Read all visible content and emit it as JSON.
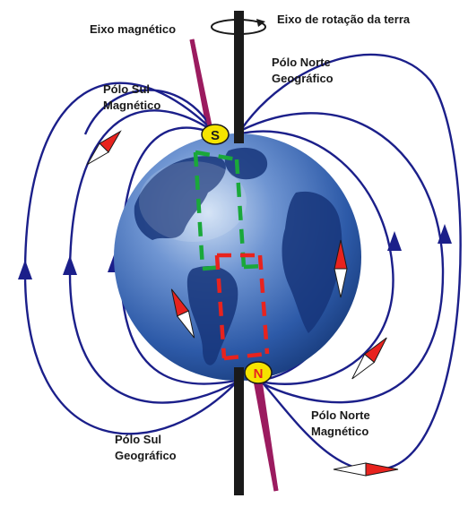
{
  "labels": {
    "magnetic_axis": "Eixo magnético",
    "rotation_axis": "Eixo de rotação da terra",
    "north_geographic_line1": "Pólo Norte",
    "north_geographic_line2": "Geográfico",
    "south_magnetic_line1": "Pólo Sul",
    "south_magnetic_line2": "Magnético",
    "south_geographic_line1": "Pólo Sul",
    "south_geographic_line2": "Geográfico",
    "north_magnetic_line1": "Pólo Norte",
    "north_magnetic_line2": "Magnético"
  },
  "poles": {
    "top_letter": "S",
    "bottom_letter": "N"
  },
  "colors": {
    "field_lines": "#1b1f8a",
    "rotation_axis": "#1a1a1a",
    "magnetic_axis": "#9b1b5f",
    "bar_magnet_south": "#1aa83a",
    "bar_magnet_north": "#e8231e",
    "pole_badge": "#f5e400",
    "ocean": "#2d5aa8"
  }
}
